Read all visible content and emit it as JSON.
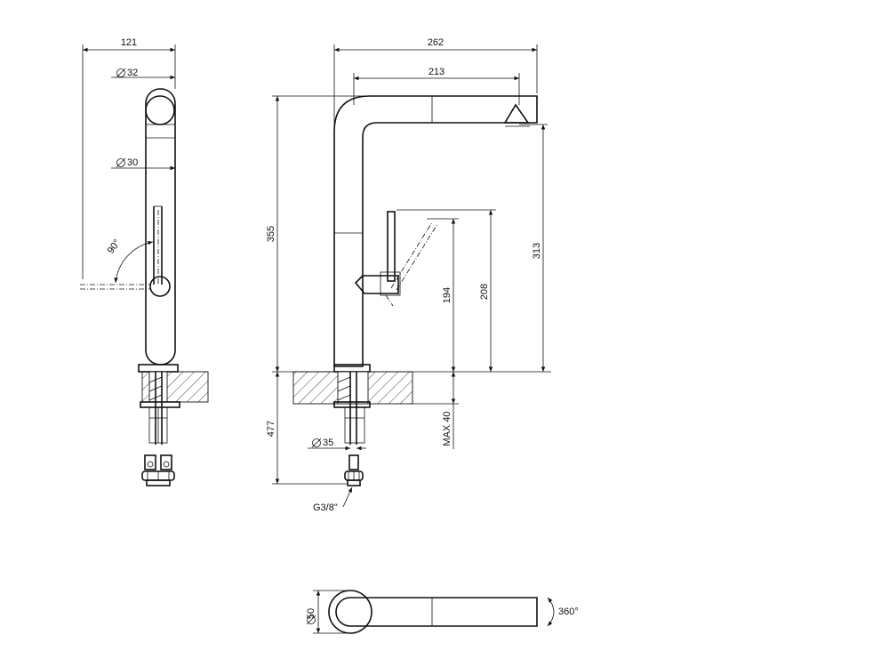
{
  "side_view": {
    "width": "121",
    "diam_top": "32",
    "diam_body": "30",
    "angle": "90°"
  },
  "front_view": {
    "width_total": "262",
    "spout_reach": "213",
    "height_total": "355",
    "spout_height": "313",
    "lever_height": "208",
    "handle_height": "194",
    "below_counter": "477",
    "max_thickness": "MAX 40",
    "diam_base": "35",
    "connection": "G3/8\""
  },
  "top_view": {
    "diam_base": "50",
    "rotation": "360°"
  }
}
